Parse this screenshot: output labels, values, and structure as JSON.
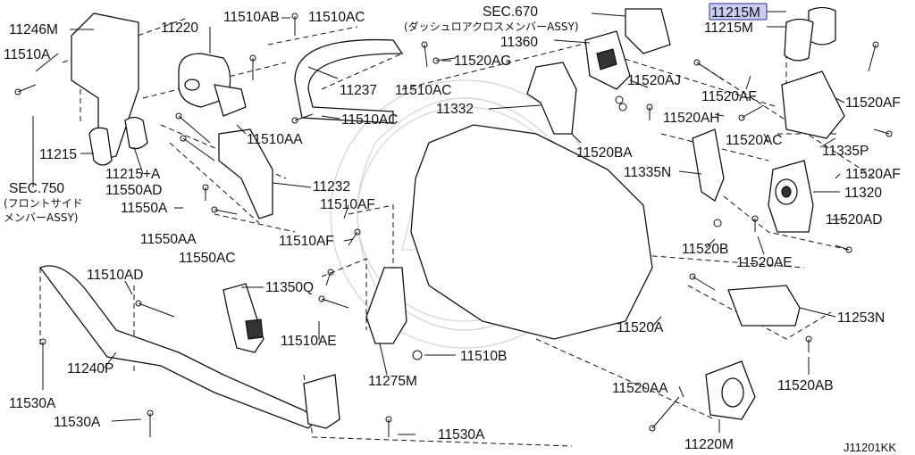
{
  "diagram_code": "J11201KK",
  "highlighted_part": "11215M",
  "sec_refs": [
    {
      "code": "SEC.670",
      "note": "(ダッシュロアクロスメンバーASSY)"
    },
    {
      "code": "SEC.750",
      "note1": "(フロントサイド",
      "note2": "メンバーASSY)"
    }
  ],
  "labels": {
    "l11246M": "11246M",
    "l11510A": "11510A",
    "l11220": "11220",
    "l11510AB": "11510AB",
    "l11510AC_top": "11510AC",
    "l11360": "11360",
    "l11215M_hl": "11215M",
    "l11215M": "11215M",
    "l11520AG": "11520AG",
    "l11237": "11237",
    "l11510AC_mid": "11510AC",
    "l11520AJ": "11520AJ",
    "l11520AF_top": "11520AF",
    "l11520AF_right": "11520AF",
    "l11332": "11332",
    "l11520AH": "11520AH",
    "l11510AC_low": "11510AC",
    "l11510AA": "11510AA",
    "l11520AC": "11520AC",
    "l11335P": "11335P",
    "l11520BA": "11520BA",
    "l11215": "11215",
    "l11215A": "11215+A",
    "l11520AF_low": "11520AF",
    "l11550AD": "11550AD",
    "l11335N": "11335N",
    "l11232": "11232",
    "l11550A": "11550A",
    "l11320": "11320",
    "l11510AF_a": "11510AF",
    "l11520AD": "11520AD",
    "l11550AA": "11550AA",
    "l11510AF_b": "11510AF",
    "l11550AC": "11550AC",
    "l11520B": "11520B",
    "l11520AE": "11520AE",
    "l11510AD": "11510AD",
    "l11350Q": "11350Q",
    "l11253N": "11253N",
    "l11510AE": "11510AE",
    "l11520A": "11520A",
    "l11530A_left": "11530A",
    "l11240P": "11240P",
    "l11510B": "11510B",
    "l11520AB": "11520AB",
    "l11275M": "11275M",
    "l11520AA": "11520AA",
    "l11530A_bl": "11530A",
    "l11530A_bm": "11530A",
    "l11220M": "11220M"
  }
}
